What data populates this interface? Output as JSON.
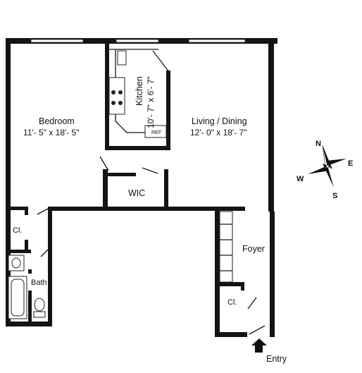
{
  "rooms": {
    "bedroom": {
      "name": "Bedroom",
      "dims": "11'- 5\" x 18'- 5\""
    },
    "living": {
      "name": "Living / Dining",
      "dims": "12'- 0\" x 18'- 7\""
    },
    "kitchen": {
      "name": "Kitchen",
      "dims": "10'- 7\" x 6'- 7\""
    },
    "wic": {
      "name": "WIC"
    },
    "closet_left": {
      "name": "Cl."
    },
    "closet_foyer": {
      "name": "Cl."
    },
    "bath": {
      "name": "Bath"
    },
    "foyer": {
      "name": "Foyer"
    }
  },
  "appliances": {
    "refrigerator": "REF"
  },
  "entry": {
    "label": "Entry"
  },
  "compass": {
    "north": "N",
    "south": "S",
    "east": "E",
    "west": "W"
  }
}
